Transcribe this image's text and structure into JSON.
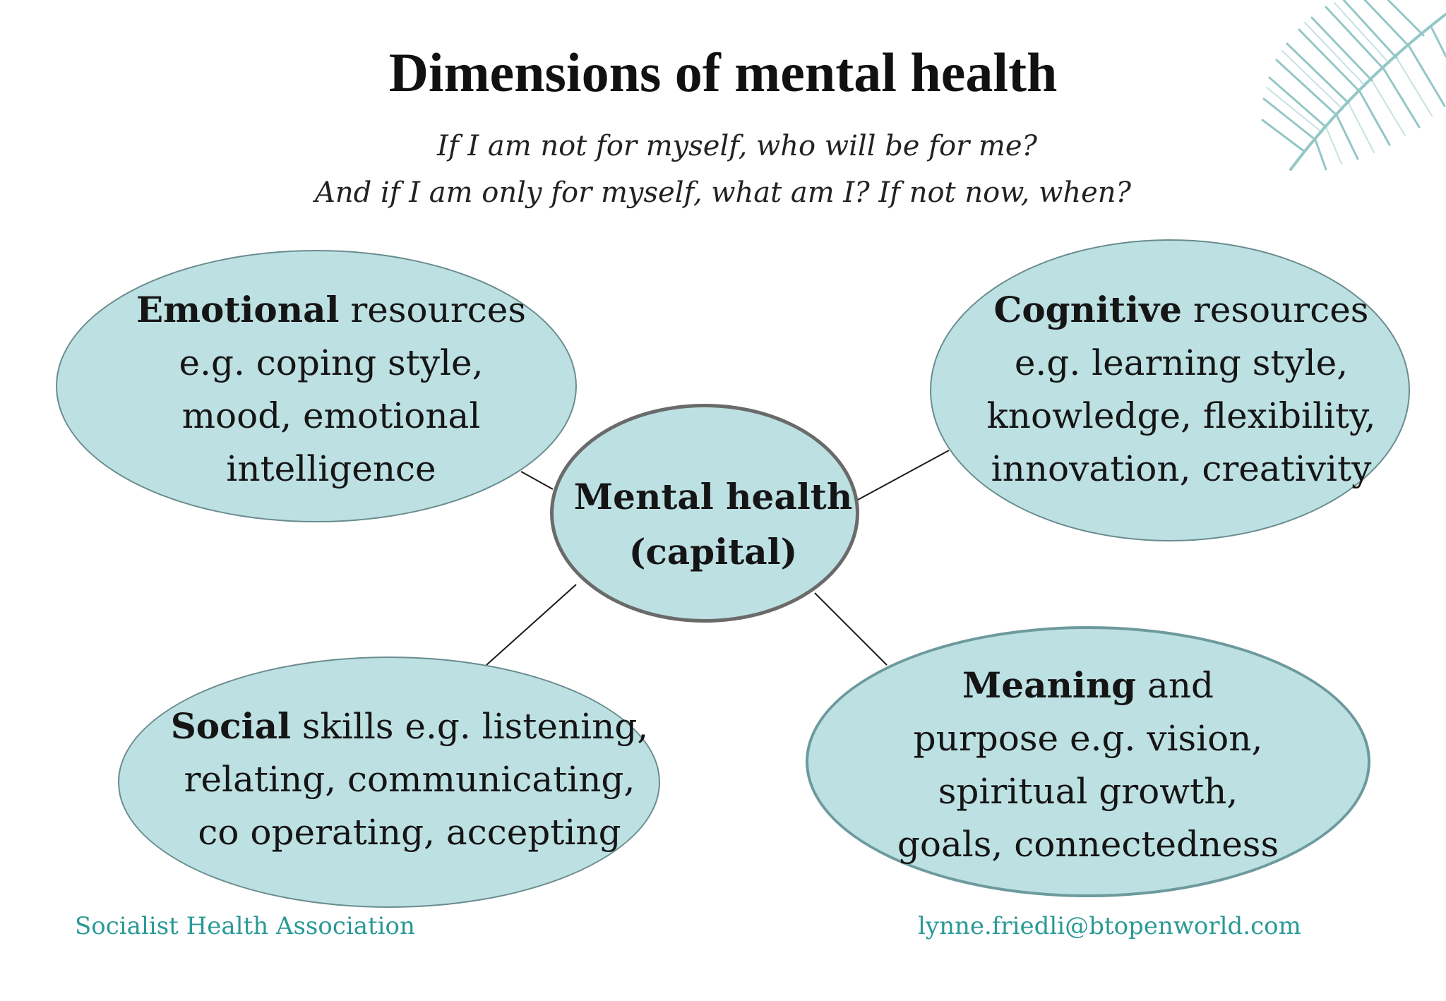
{
  "title": "Dimensions of mental health",
  "quote": {
    "line1": "If I am not for myself, who will be for me?",
    "line2": "And if I am only for myself, what am I? If not now, when?"
  },
  "center": {
    "line1": "Mental health",
    "line2": "(capital)"
  },
  "nodes": {
    "emotional": {
      "keyword": "Emotional",
      "line1_rest": " resources",
      "line2": "e.g. coping style,",
      "line3": "mood, emotional",
      "line4": "intelligence"
    },
    "cognitive": {
      "keyword": "Cognitive",
      "line1_rest": " resources",
      "line2": "e.g. learning style,",
      "line3": "knowledge, flexibility,",
      "line4": "innovation, creativity"
    },
    "social": {
      "keyword": "Social",
      "line1_rest": " skills e.g. listening,",
      "line2": "relating, communicating,",
      "line3": "co operating, accepting"
    },
    "meaning": {
      "keyword": "Meaning",
      "line1_rest": " and",
      "line2": "purpose e.g. vision,",
      "line3": "spiritual growth,",
      "line4": "goals, connectedness"
    }
  },
  "footer": {
    "left": "Socialist Health Association",
    "right": "lynne.friedli@btopenworld.com"
  },
  "colors": {
    "bubble_fill": "#bde0e2",
    "bubble_border": "#6a8c8e",
    "footer_text": "#2a9a96",
    "leaf": "#6fb5b2"
  },
  "decoration": {
    "corner": "palm-leaf-icon"
  }
}
